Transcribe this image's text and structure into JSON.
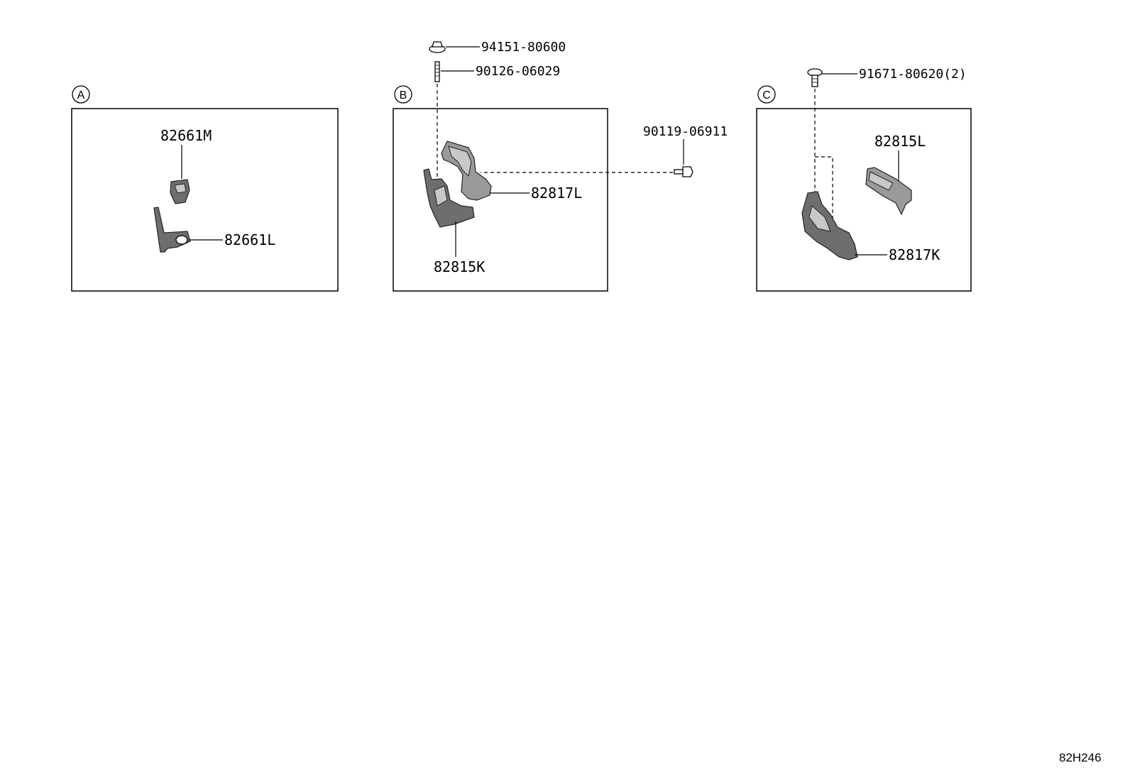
{
  "views": [
    {
      "letter": "A"
    },
    {
      "letter": "B"
    },
    {
      "letter": "C"
    }
  ],
  "parts": {
    "a_clip_upper": "82661M",
    "a_clip_lower": "82661L",
    "b_nut": "94151-80600",
    "b_stud": "90126-06029",
    "b_bolt": "90119-06911",
    "b_bracket_upper": "82817L",
    "b_bracket_lower": "82815K",
    "c_screw": "91671-80620(2)",
    "c_bracket_upper": "82815L",
    "c_bracket_lower": "82817K"
  },
  "figure_code": "82H246"
}
